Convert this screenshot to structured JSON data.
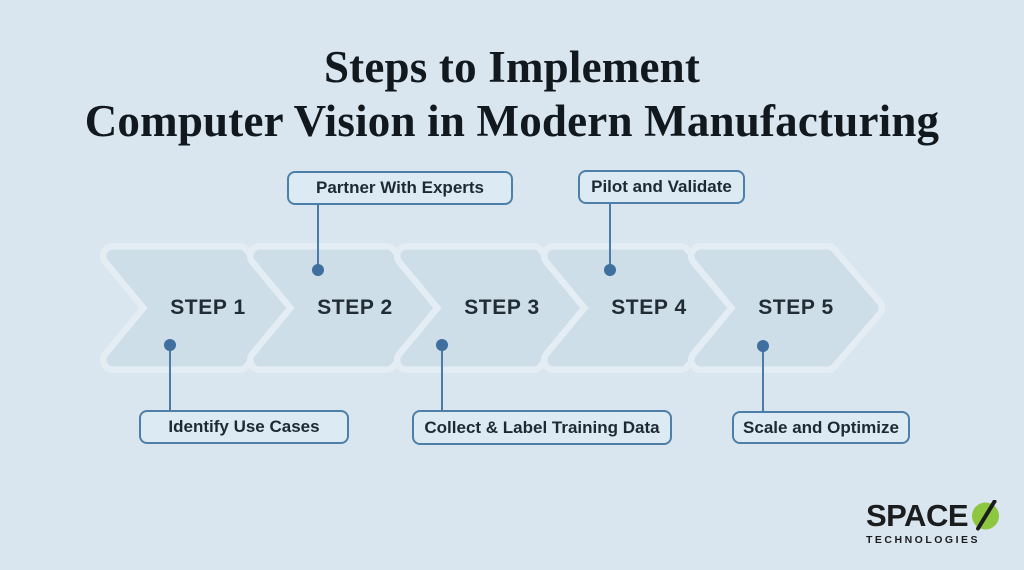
{
  "title": {
    "line1": "Steps to Implement",
    "line2": "Computer Vision in Modern Manufacturing"
  },
  "steps": [
    {
      "label": "STEP 1",
      "callout": "Identify Use Cases",
      "callout_position": "below"
    },
    {
      "label": "STEP 2",
      "callout": "Partner With Experts",
      "callout_position": "above"
    },
    {
      "label": "STEP 3",
      "callout": "Collect & Label Training Data",
      "callout_position": "below"
    },
    {
      "label": "STEP 4",
      "callout": "Pilot and Validate",
      "callout_position": "above"
    },
    {
      "label": "STEP 5",
      "callout": "Scale and Optimize",
      "callout_position": "below"
    }
  ],
  "logo": {
    "brand": "SPACE",
    "o_symbol": "slashed-o",
    "subtext": "TECHNOLOGIES"
  },
  "colors": {
    "background": "#d9e6ef",
    "chevron_fill": "#cddee9",
    "chevron_gap": "#e4edf4",
    "accent_stroke": "#4b7ca7",
    "dot": "#3e6f9e",
    "text_dark": "#1d2a33",
    "title_text": "#11181e",
    "logo_green": "#8dc63f",
    "logo_black": "#1b1c1e"
  }
}
